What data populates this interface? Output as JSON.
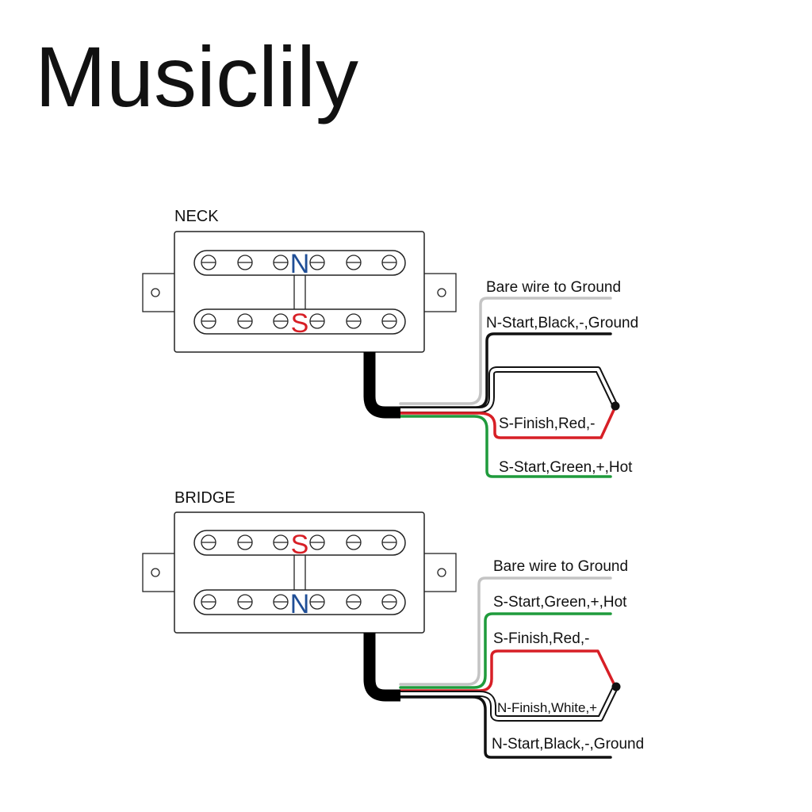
{
  "brand": "Musiclily",
  "colors": {
    "north": "#1f4e96",
    "south": "#d71f26",
    "bare": "#c4c4c4",
    "black": "#111111",
    "red": "#d71f26",
    "green": "#1f9b3c",
    "white": "#ffffff"
  },
  "neck": {
    "title": "NECK",
    "top_pole": "N",
    "bottom_pole": "S",
    "wires": {
      "bare": "Bare wire to Ground",
      "black": "N-Start,Black,-,Ground",
      "red": "S-Finish,Red,-",
      "green": "S-Start,Green,+,Hot"
    }
  },
  "bridge": {
    "title": "BRIDGE",
    "top_pole": "S",
    "bottom_pole": "N",
    "wires": {
      "bare": "Bare wire to Ground",
      "green": "S-Start,Green,+,Hot",
      "red": "S-Finish,Red,-",
      "white": "N-Finish,White,+",
      "black": "N-Start,Black,-,Ground"
    }
  }
}
